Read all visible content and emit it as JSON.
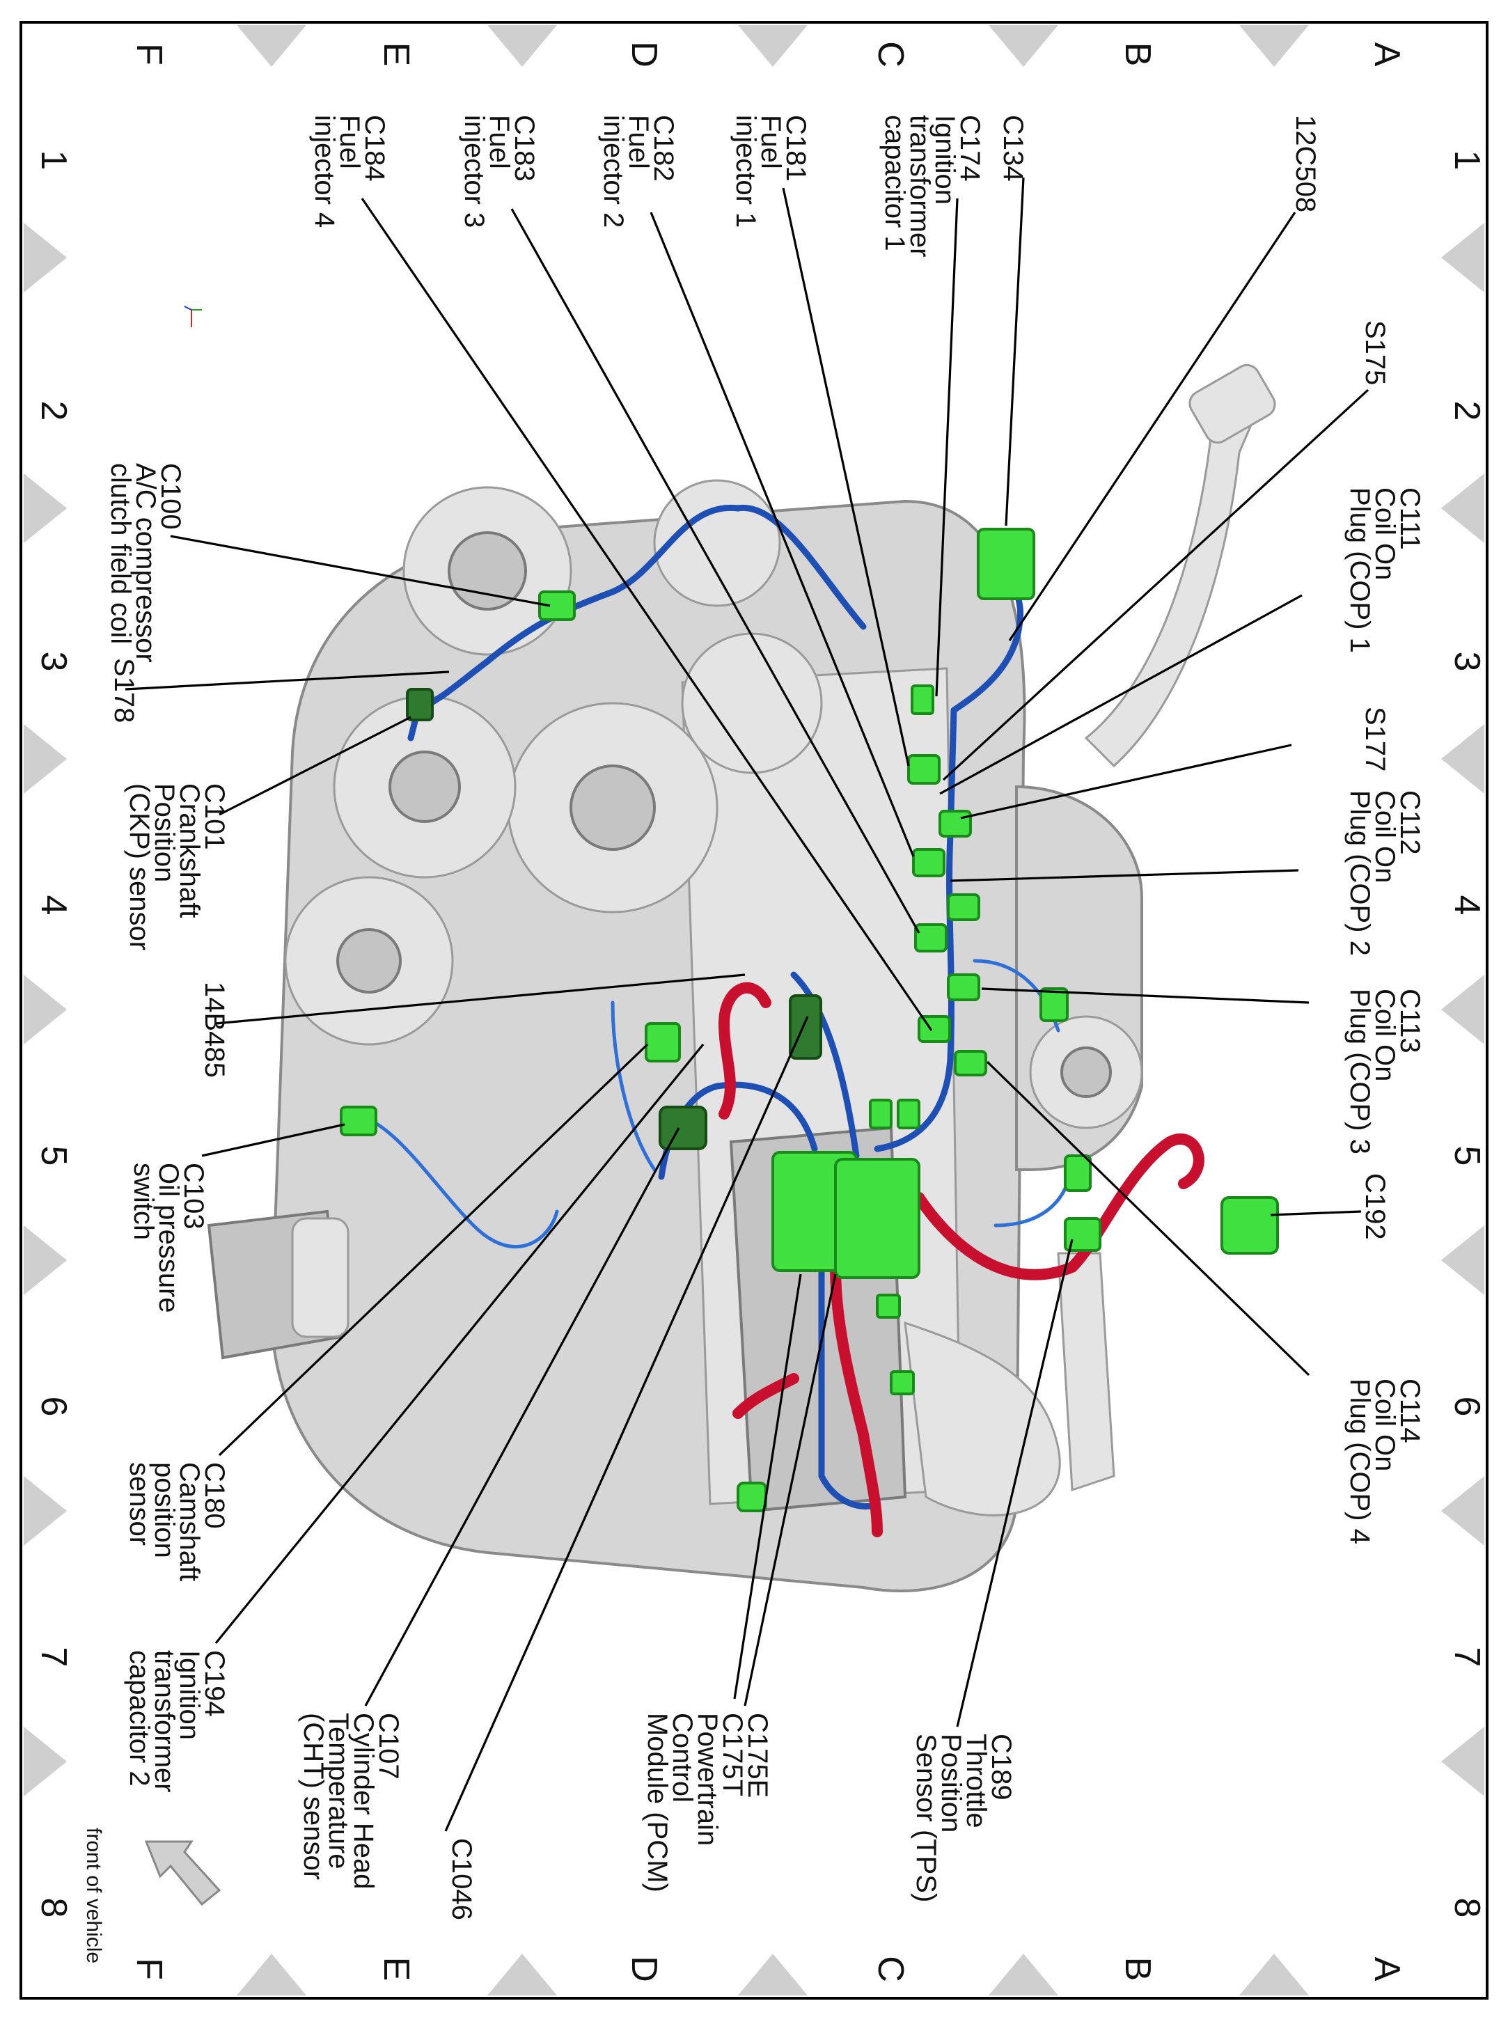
{
  "grid": {
    "numbers": [
      "1",
      "2",
      "3",
      "4",
      "5",
      "6",
      "7",
      "8"
    ],
    "letters": [
      "A",
      "B",
      "C",
      "D",
      "E",
      "F"
    ]
  },
  "orientation_hint": "front of vehicle",
  "labels": {
    "l12c508": [
      "12C508"
    ],
    "c134": [
      "C134"
    ],
    "c174": [
      "C174",
      "Ignition",
      "transformer",
      "capacitor 1"
    ],
    "c181": [
      "C181",
      "Fuel",
      "injector 1"
    ],
    "c182": [
      "C182",
      "Fuel",
      "injector 2"
    ],
    "c183": [
      "C183",
      "Fuel",
      "injector 3"
    ],
    "c184": [
      "C184",
      "Fuel",
      "injector 4"
    ],
    "s175": [
      "S175"
    ],
    "c111": [
      "C111",
      "Coil On",
      "Plug (COP) 1"
    ],
    "s177": [
      "S177"
    ],
    "c112": [
      "C112",
      "Coil On",
      "Plug (COP) 2"
    ],
    "c113": [
      "C113",
      "Coil On",
      "Plug (COP) 3"
    ],
    "c192": [
      "C192"
    ],
    "c114": [
      "C114",
      "Coil On",
      "Plug (COP) 4"
    ],
    "c189": [
      "C189",
      "Throttle",
      "Position",
      "Sensor (TPS)"
    ],
    "c175": [
      "C175E",
      "C175T",
      "Powertrain",
      "Control",
      "Module (PCM)"
    ],
    "c1046": [
      "C1046"
    ],
    "c107": [
      "C107",
      "Cylinder Head",
      "Temperature",
      "(CHT) sensor"
    ],
    "c194": [
      "C194",
      "Ignition",
      "transformer",
      "capacitor 2"
    ],
    "c180": [
      "C180",
      "Camshaft",
      "position",
      "sensor"
    ],
    "c103": [
      "C103",
      "Oil pressure",
      "switch"
    ],
    "l14b485": [
      "14B485"
    ],
    "c101": [
      "C101",
      "Crankshaft",
      "Position",
      "(CKP) sensor"
    ],
    "s178": [
      "S178"
    ],
    "c100": [
      "C100",
      "A/C compressor",
      "clutch field coil"
    ]
  },
  "colors": {
    "harness_blue": "#1e4fb5",
    "harness_red": "#c8102e",
    "connector_green": "#3fe03f",
    "grid_marker": "#cfcfcf"
  }
}
